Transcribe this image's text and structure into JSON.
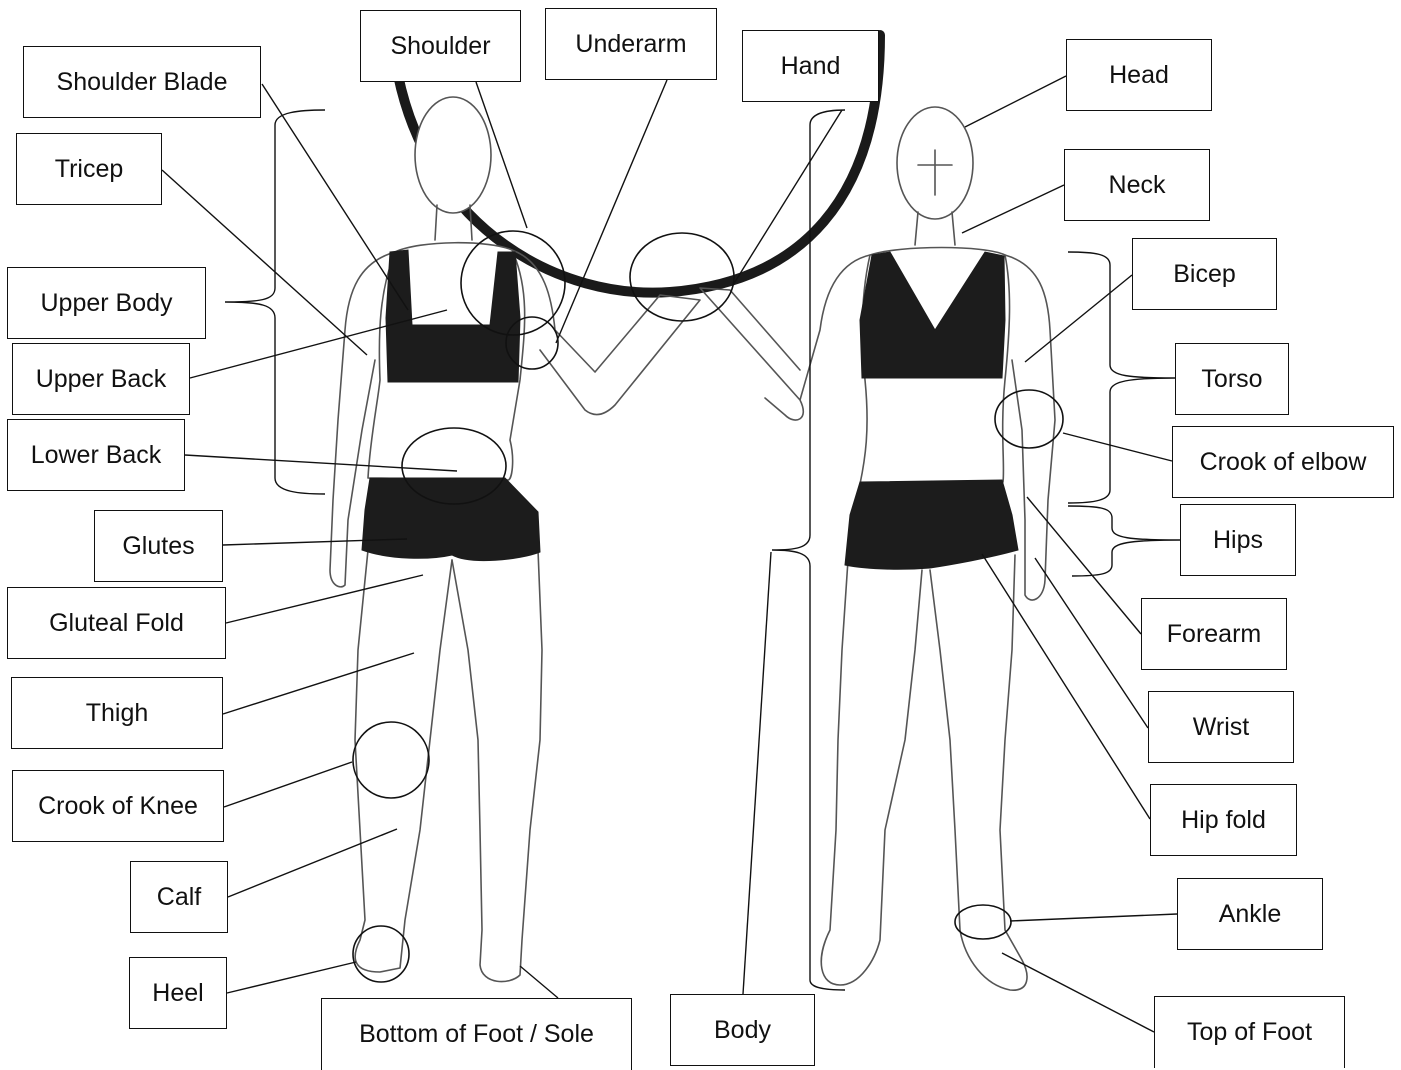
{
  "diagram": {
    "labels": {
      "shoulder_blade": "Shoulder Blade",
      "shoulder": "Shoulder",
      "underarm": "Underarm",
      "hand": "Hand",
      "head": "Head",
      "tricep": "Tricep",
      "neck": "Neck",
      "upper_body": "Upper Body",
      "bicep": "Bicep",
      "upper_back": "Upper Back",
      "torso": "Torso",
      "lower_back": "Lower Back",
      "crook_of_elbow": "Crook of elbow",
      "glutes": "Glutes",
      "hips": "Hips",
      "gluteal_fold": "Gluteal Fold",
      "forearm": "Forearm",
      "thigh": "Thigh",
      "wrist": "Wrist",
      "crook_of_knee": "Crook of Knee",
      "hip_fold": "Hip fold",
      "calf": "Calf",
      "ankle": "Ankle",
      "heel": "Heel",
      "bottom_of_foot": "Bottom of Foot / Sole",
      "body": "Body",
      "top_of_foot": "Top of Foot"
    },
    "colors": {
      "outline": "#555555",
      "clothing": "#1c1c1c",
      "lines": "#111111",
      "background": "#ffffff"
    }
  }
}
